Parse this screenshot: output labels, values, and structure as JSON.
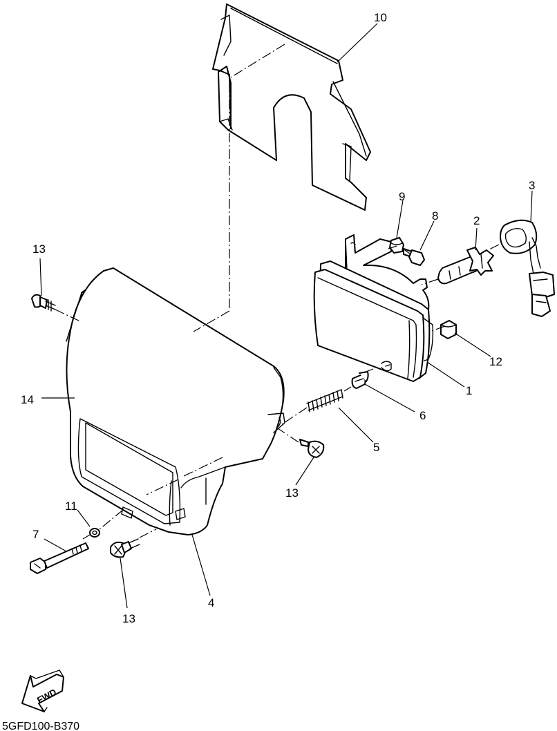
{
  "diagram": {
    "callouts": {
      "c1": "1",
      "c2": "2",
      "c3": "3",
      "c4": "4",
      "c5": "5",
      "c6": "6",
      "c7": "7",
      "c8": "8",
      "c9": "9",
      "c10": "10",
      "c11": "11",
      "c12": "12",
      "c13a": "13",
      "c13b": "13",
      "c13c": "13",
      "c14": "14"
    },
    "direction_label": "FWD",
    "diagram_code": "5GFD100-B370"
  }
}
